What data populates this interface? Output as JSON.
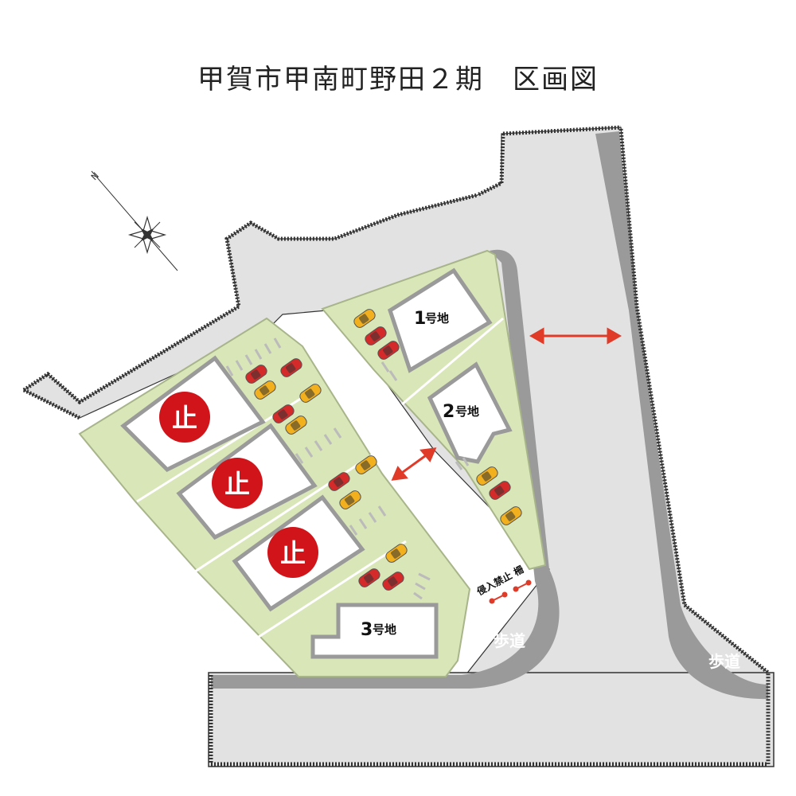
{
  "title": "甲賀市甲南町野田２期　区画図",
  "colors": {
    "road": "#e2e2e2",
    "sidewalk": "#9a9a9a",
    "lot_green": "#d8e6b8",
    "lot_border": "#a8b58a",
    "house": "#ffffff",
    "house_border": "#9a9a9a",
    "stop_red": "#d0141a",
    "arrow_red": "#e03a28",
    "car_red": "#d42a2a",
    "car_yellow": "#f2b01e"
  },
  "lots": [
    {
      "number": "1",
      "suffix": "号地"
    },
    {
      "number": "2",
      "suffix": "号地"
    },
    {
      "number": "3",
      "suffix": "号地"
    }
  ],
  "stop_marks": [
    "止",
    "止",
    "止"
  ],
  "sidewalk_labels": [
    "歩道",
    "歩道"
  ],
  "sign": "侵入禁止 柵",
  "compass": {
    "north_label": "N"
  }
}
